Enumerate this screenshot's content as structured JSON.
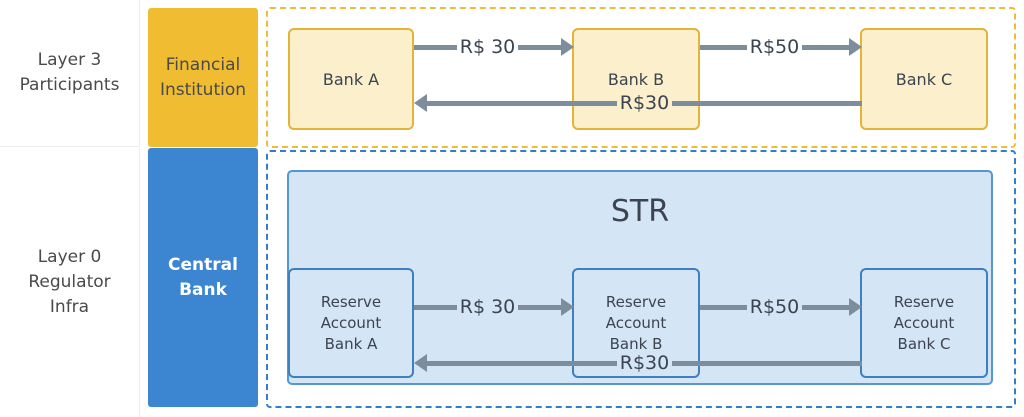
{
  "layers": [
    {
      "id": "layer3",
      "label": "Layer 3\nParticipants",
      "line1": "Layer 3",
      "line2": "Participants",
      "frame_color": "#EFBC32"
    },
    {
      "id": "layer0",
      "label": "Layer 0\nRegulator\nInfra",
      "line1": "Layer 0",
      "line2": "Regulator",
      "line3": "Infra",
      "frame_color": "#2E7FD1"
    }
  ],
  "actors": {
    "financial_institution": {
      "line1": "Financial",
      "line2": "Institution",
      "color": "#EFBC32"
    },
    "central_bank": {
      "line1": "Central",
      "line2": "Bank",
      "color": "#3B85D1"
    }
  },
  "str": {
    "title": "STR",
    "fill": "#D4E5F5",
    "border": "#5596D4"
  },
  "participants": {
    "bank_a": "Bank A",
    "bank_b": "Bank B",
    "bank_c": "Bank C"
  },
  "reserve_accounts": {
    "bank_a": "Reserve\nAccount\nBank A",
    "bank_a_l1": "Reserve",
    "bank_a_l2": "Account",
    "bank_a_l3": "Bank A",
    "bank_b_l1": "Reserve",
    "bank_b_l2": "Account",
    "bank_b_l3": "Bank B",
    "bank_c_l1": "Reserve",
    "bank_c_l2": "Account",
    "bank_c_l3": "Bank C"
  },
  "flows": {
    "top": [
      {
        "id": "a-to-b",
        "amount": "R$ 30",
        "direction": "right",
        "from": "Bank A",
        "to": "Bank B"
      },
      {
        "id": "b-to-c",
        "amount": "R$50",
        "direction": "right",
        "from": "Bank B",
        "to": "Bank C"
      },
      {
        "id": "c-to-a",
        "amount": "R$30",
        "direction": "left",
        "from": "Bank C",
        "to": "Bank A"
      }
    ],
    "bottom": [
      {
        "id": "ra-to-rb",
        "amount": "R$ 30",
        "direction": "right",
        "from": "Reserve Account Bank A",
        "to": "Reserve Account Bank B"
      },
      {
        "id": "rb-to-rc",
        "amount": "R$50",
        "direction": "right",
        "from": "Reserve Account Bank B",
        "to": "Reserve Account Bank C"
      },
      {
        "id": "rc-to-ra",
        "amount": "R$30",
        "direction": "left",
        "from": "Reserve Account Bank C",
        "to": "Reserve Account Bank A"
      }
    ]
  },
  "colors": {
    "arrow": "#7D8D9B",
    "bank_fill": "#FBEFCC",
    "bank_border": "#E3B33A",
    "reserve_fill": "#D4E5F5",
    "reserve_border": "#3E7FC1",
    "text": "#3c4450"
  }
}
